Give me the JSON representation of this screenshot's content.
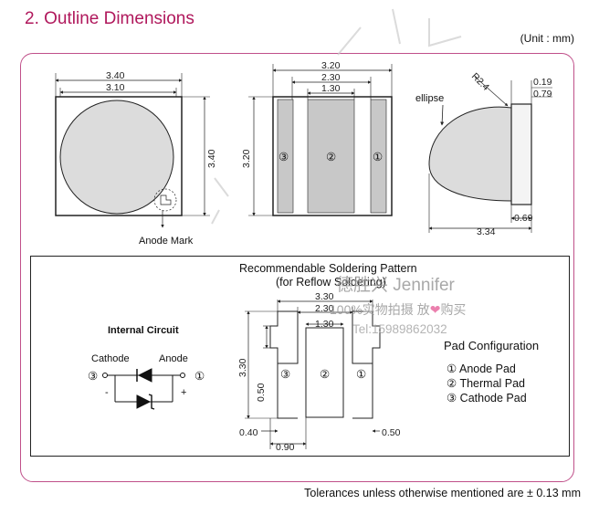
{
  "header": {
    "title": "2. Outline Dimensions",
    "unit": "(Unit : mm)"
  },
  "top_view": {
    "width_outer": "3.40",
    "width_inner": "3.10",
    "height": "3.40",
    "anode_mark": "Anode Mark"
  },
  "bottom_view": {
    "width_total": "3.20",
    "width_mid": "2.30",
    "width_center": "1.30",
    "height": "3.20",
    "pads": [
      "③",
      "②",
      "①"
    ]
  },
  "side_view": {
    "radius": "R2.4",
    "dim_a": "0.19",
    "dim_b": "0.79",
    "dim_c": "0.69",
    "dim_total": "3.34",
    "ellipse_label": "ellipse"
  },
  "soldering": {
    "title_line1": "Recommendable Soldering Pattern",
    "title_line2": "(for Reflow Soldering)",
    "dim_total": "3.30",
    "dim_mid": "2.30",
    "dim_center": "1.30",
    "dim_height": "3.30",
    "dim_pad_h": "0.50",
    "dim_gap_left": "0.40",
    "dim_left_w": "0.90",
    "dim_right": "0.50",
    "pads": [
      "③",
      "②",
      "①"
    ]
  },
  "circuit": {
    "title": "Internal Circuit",
    "cathode": "Cathode",
    "anode": "Anode",
    "pin_left": "③",
    "pin_right": "①",
    "minus": "-",
    "plus": "+"
  },
  "pad_config": {
    "title": "Pad Configuration",
    "items": [
      "① Anode Pad",
      "② Thermal Pad",
      "③ Cathode Pad"
    ]
  },
  "watermark": {
    "name": "德胜兴 Jennifer",
    "slogan_left": "100%实物拍摄 放",
    "slogan_heart": "❤",
    "slogan_right": "购买",
    "tel": "Tel:15989862032"
  },
  "footer": {
    "tolerance": "Tolerances unless otherwise mentioned are ± 0.13 mm"
  }
}
